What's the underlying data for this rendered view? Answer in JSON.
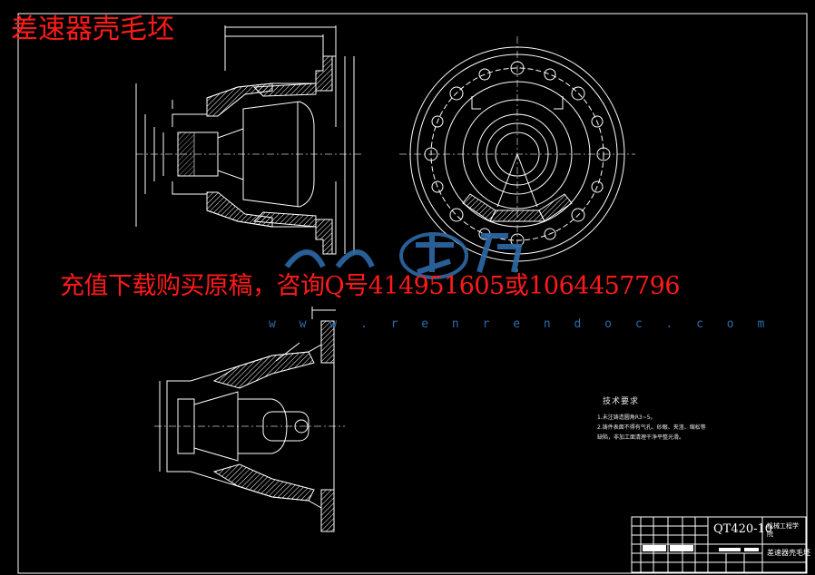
{
  "title": "差速器壳毛坯",
  "download_notice": "充值下载购买原稿，咨询Q号414951605或1064457796",
  "watermark": {
    "url": "w w w . r e n r e n d o c . c o m"
  },
  "technical_requirements": {
    "heading": "技术要求",
    "items": [
      "1.未注铸造圆角R3~5。",
      "2.铸件表面不得有气孔、砂眼、夹渣、缩松等",
      "缺陷，非加工面清理干净平整光滑。"
    ]
  },
  "title_block": {
    "material": "QT420-10",
    "drawing_name": "差速器壳毛坯",
    "school": "机械工程学院"
  },
  "colors": {
    "background": "#000000",
    "line": "#ffffff",
    "overlay_text": "#ff1a1a",
    "watermark": "#2d6aa8"
  }
}
